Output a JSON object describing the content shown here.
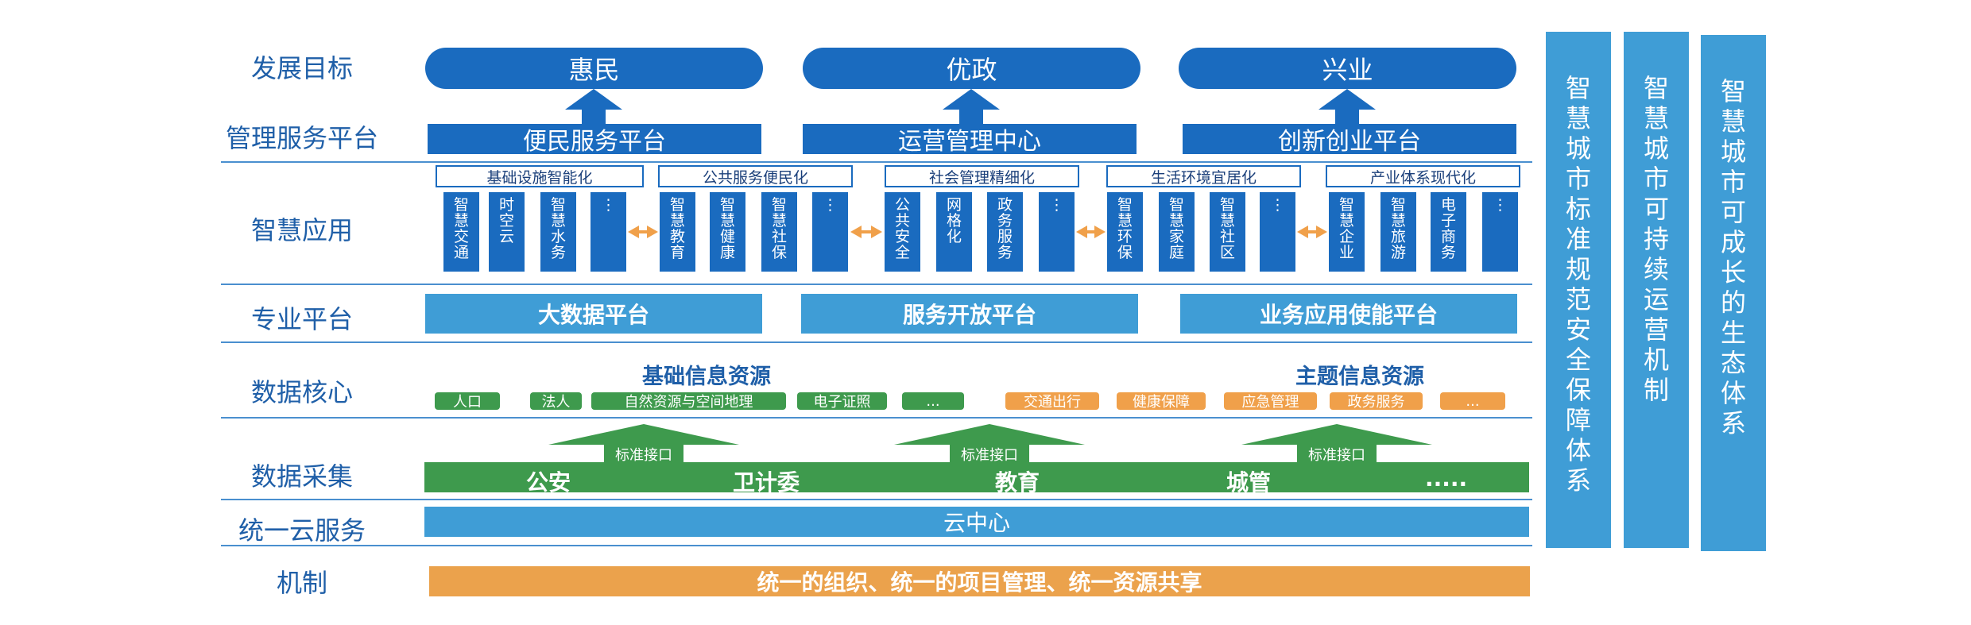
{
  "row_labels": [
    "发展目标",
    "管理服务平台",
    "智慧应用",
    "专业平台",
    "数据核心",
    "数据采集",
    "统一云服务",
    "机制"
  ],
  "goals": [
    "惠民",
    "优政",
    "兴业"
  ],
  "service_platforms": [
    "便民服务平台",
    "运营管理中心",
    "创新创业平台"
  ],
  "app_categories": [
    {
      "title": "基础设施智能化",
      "apps": [
        "智慧交通",
        "时空云",
        "智慧水务",
        "⋮"
      ]
    },
    {
      "title": "公共服务便民化",
      "apps": [
        "智慧教育",
        "智慧健康",
        "智慧社保",
        "⋮"
      ]
    },
    {
      "title": "社会管理精细化",
      "apps": [
        "公共安全",
        "网格化",
        "政务服务",
        "⋮"
      ]
    },
    {
      "title": "生活环境宜居化",
      "apps": [
        "智慧环保",
        "智慧家庭",
        "智慧社区",
        "⋮"
      ]
    },
    {
      "title": "产业体系现代化",
      "apps": [
        "智慧企业",
        "智慧旅游",
        "电子商务",
        "⋮"
      ]
    }
  ],
  "pro_platforms": [
    "大数据平台",
    "服务开放平台",
    "业务应用使能平台"
  ],
  "basic_resources": {
    "title": "基础信息资源",
    "items": [
      "人口",
      "法人",
      "自然资源与空间地理",
      "电子证照",
      "..."
    ]
  },
  "theme_resources": {
    "title": "主题信息资源",
    "items": [
      "交通出行",
      "健康保障",
      "应急管理",
      "政务服务",
      "..."
    ]
  },
  "interface_label": "标准接口",
  "data_sources": [
    "公安",
    "卫计委",
    "教育",
    "城管",
    "....."
  ],
  "cloud": "云中心",
  "mechanism": "统一的组织、统一的项目管理、统一资源共享",
  "side_columns": [
    "智慧城市标准规范安全保障体系",
    "智慧城市可持续运营机制",
    "智慧城市可成长的生态体系"
  ],
  "colors": {
    "primary": "#1a6bbf",
    "light_blue": "#3f9dd6",
    "green": "#3e9a4d",
    "orange": "#f0a04a",
    "label": "#1f5fa8"
  }
}
